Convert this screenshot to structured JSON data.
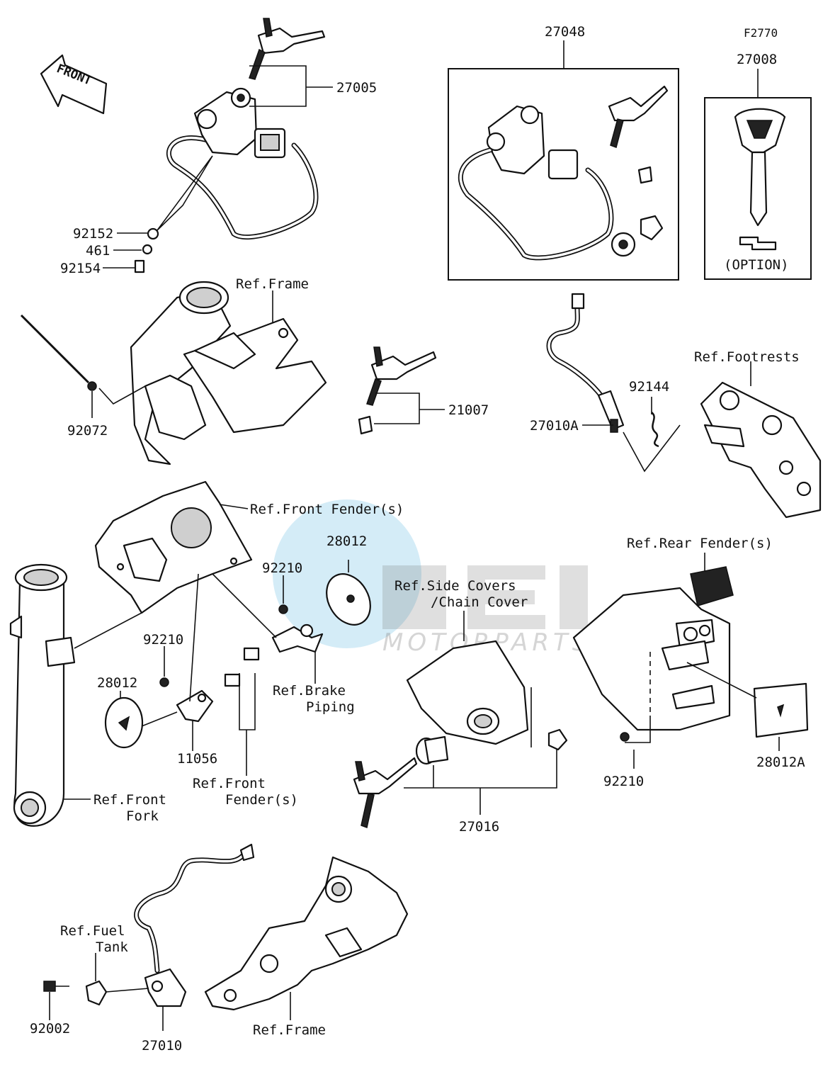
{
  "watermark": {
    "logo": "OEM",
    "sub": "MOTORPARTS",
    "colors": {
      "globe": "#39a7dc",
      "letters": "#6f6f6f"
    }
  },
  "front_label": "FRONT",
  "kit_code": "F2770",
  "option_label": "(OPTION)",
  "part_numbers": {
    "p27005": "27005",
    "p27048": "27048",
    "p27008": "27008",
    "p92152": "92152",
    "p461": "461",
    "p92154": "92154",
    "p92072": "92072",
    "p21007": "21007",
    "p92144": "92144",
    "p27010A": "27010A",
    "p28012_top": "28012",
    "p92210_top": "92210",
    "p92210_left": "92210",
    "p28012_left": "28012",
    "p11056": "11056",
    "p27016": "27016",
    "p92210_right": "92210",
    "p28012A": "28012A",
    "p92002": "92002",
    "p27010": "27010"
  },
  "refs": {
    "frame_top": "Ref.Frame",
    "footrests": "Ref.Footrests",
    "front_fenders_top": "Ref.Front Fender(s)",
    "rear_fenders": "Ref.Rear Fender(s)",
    "side_covers_1": "Ref.Side Covers",
    "side_covers_2": "/Chain Cover",
    "brake_1": "Ref.Brake",
    "brake_2": "Piping",
    "front_fender_1": "Ref.Front",
    "front_fender_2": "Fender(s)",
    "front_fork_1": "Ref.Front",
    "front_fork_2": "Fork",
    "fuel_1": "Ref.Fuel",
    "fuel_2": "Tank",
    "frame_bottom": "Ref.Frame"
  }
}
